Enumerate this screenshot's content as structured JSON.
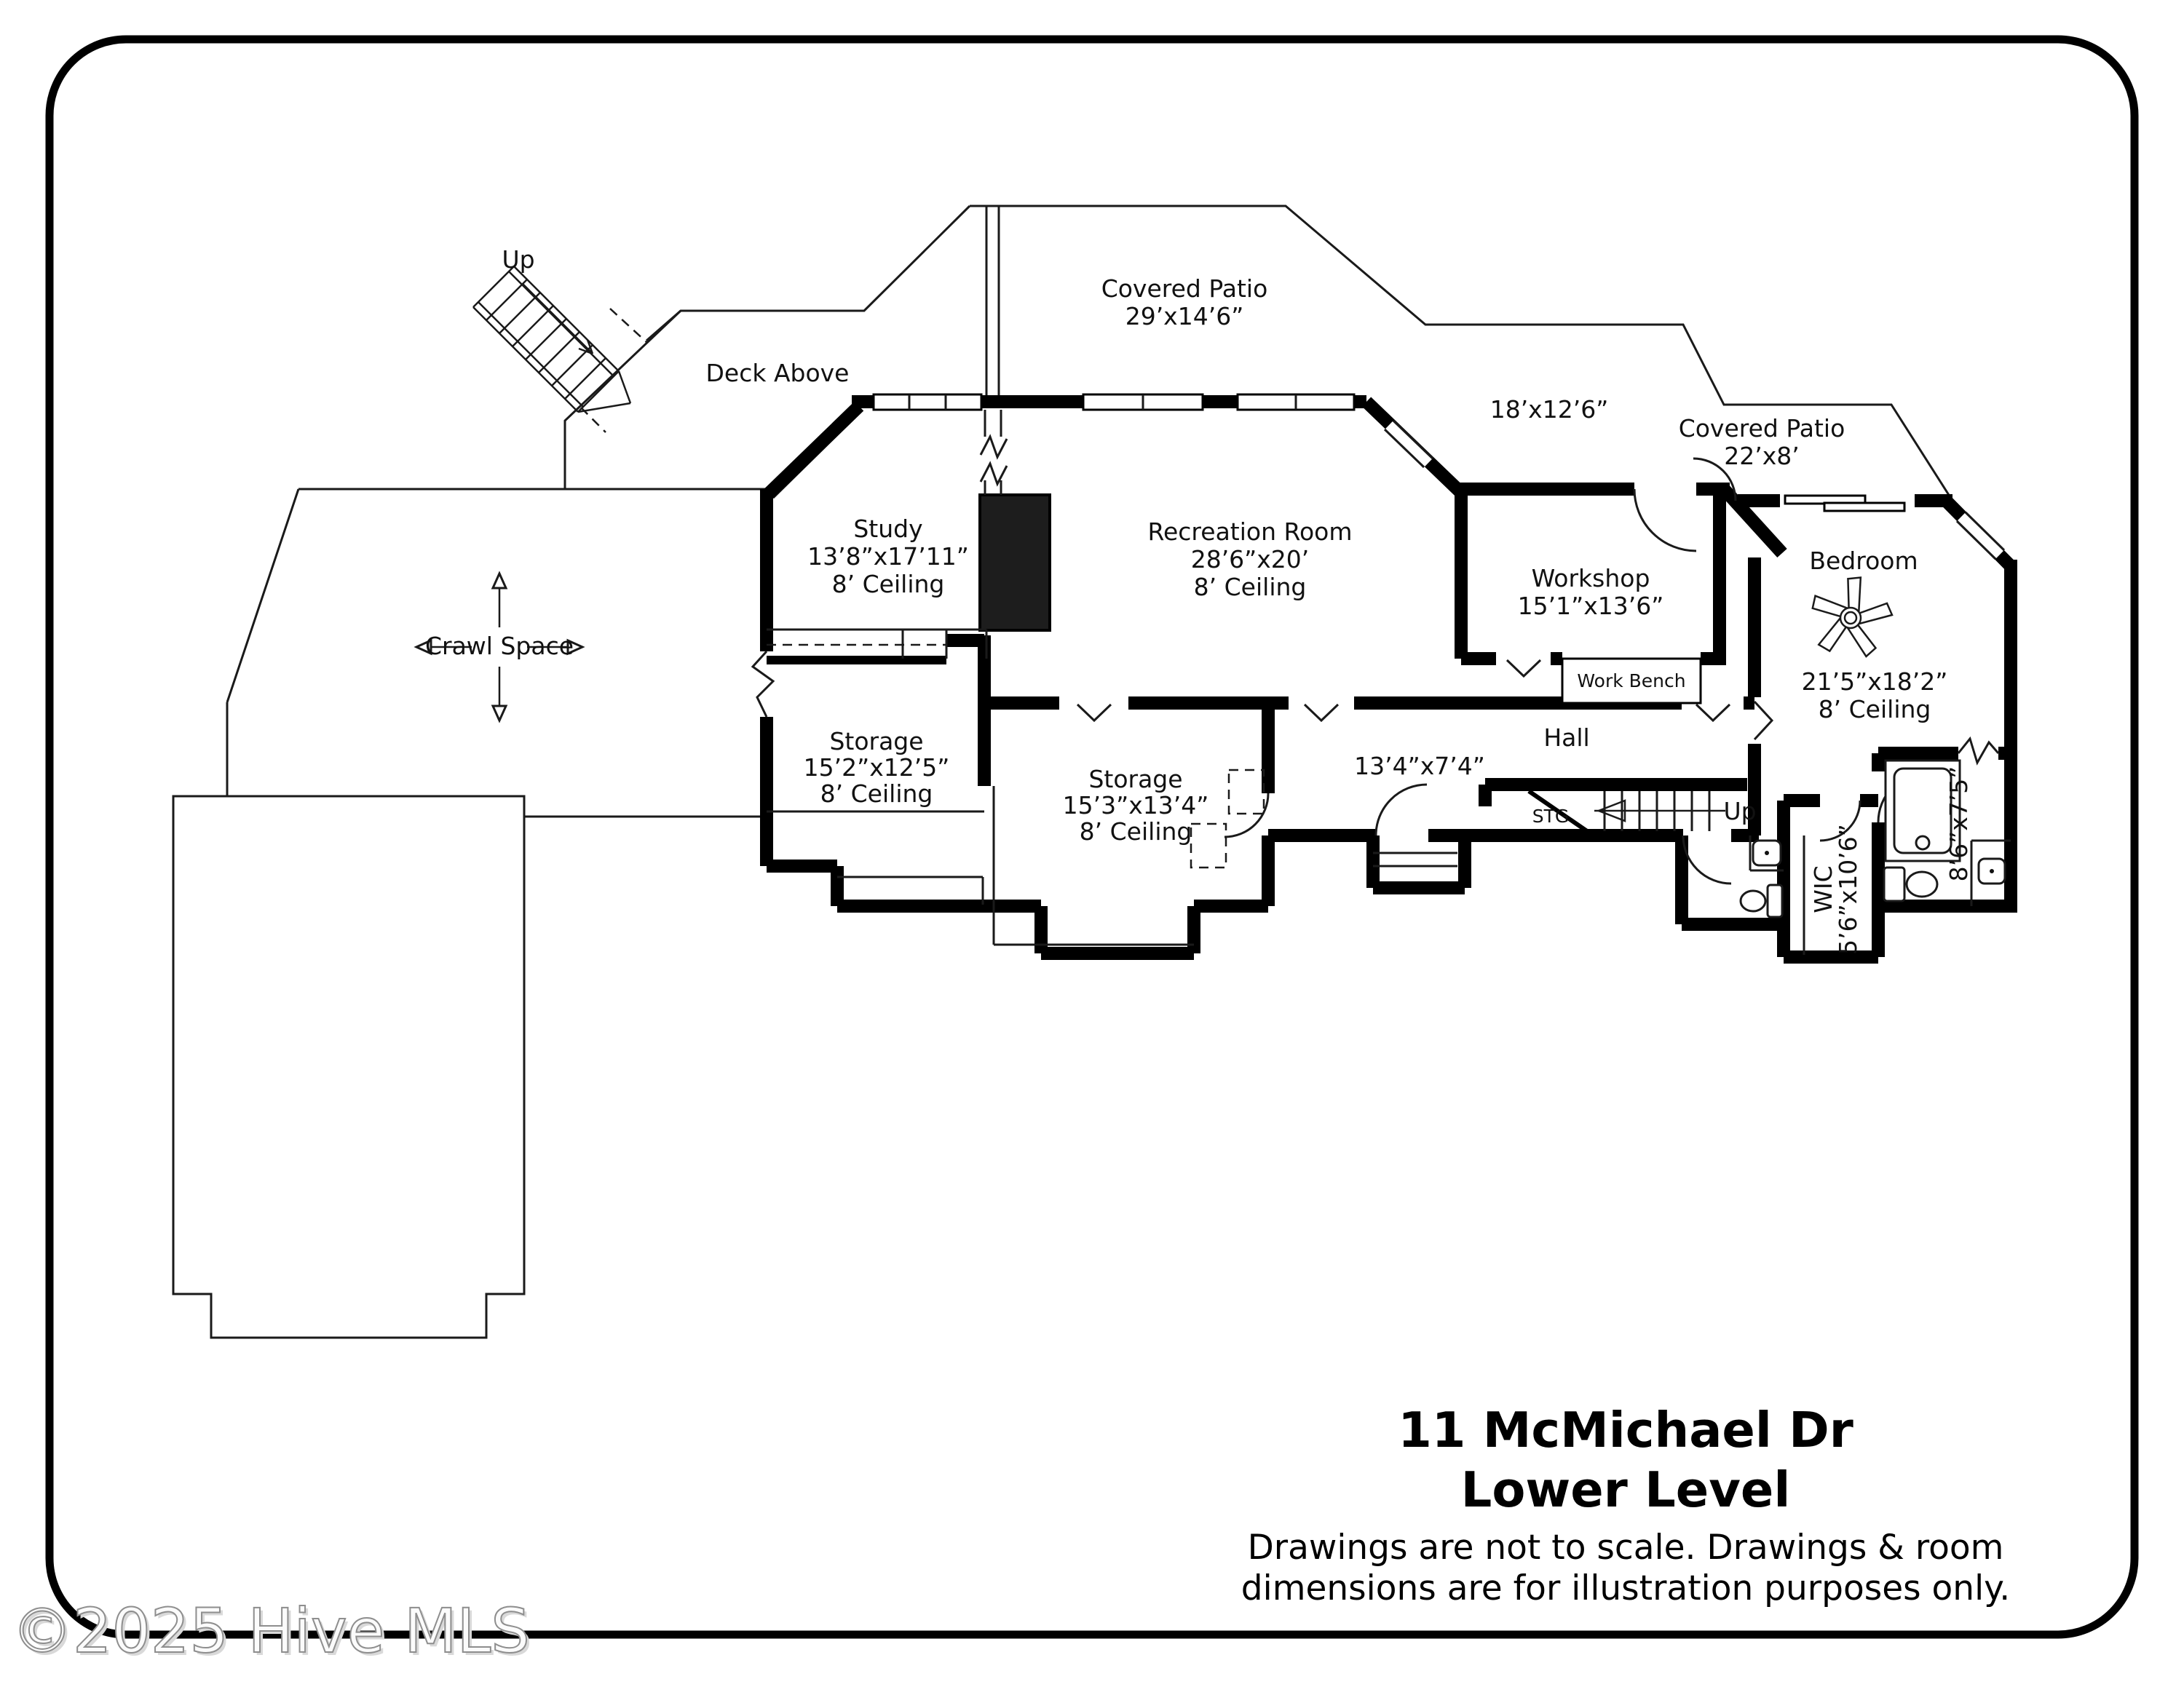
{
  "page": {
    "watermark": "©2025 Hive MLS"
  },
  "title_block": {
    "address": "11 McMichael Dr",
    "level": "Lower Level",
    "disclaimer_line1": "Drawings are not to scale. Drawings & room",
    "disclaimer_line2": "dimensions are for illustration purposes only."
  },
  "rooms": {
    "study": {
      "name": "Study",
      "dims": "13’8”x17’11”",
      "ceiling": "8’ Ceiling"
    },
    "recreation_room": {
      "name": "Recreation Room",
      "dims": "28’6”x20’",
      "ceiling": "8’ Ceiling"
    },
    "workshop": {
      "name": "Workshop",
      "dims": "15’1”x13’6”"
    },
    "bedroom": {
      "name": "Bedroom",
      "dims": "21’5”x18’2”",
      "ceiling": "8’ Ceiling"
    },
    "storage_west": {
      "name": "Storage",
      "dims": "15’2”x12’5”",
      "ceiling": "8’ Ceiling"
    },
    "storage_center": {
      "name": "Storage",
      "dims": "15’3”x13’4”",
      "ceiling": "8’ Ceiling"
    },
    "hall": {
      "name": "Hall",
      "dims": "13’4”x7’4”"
    },
    "wic": {
      "name": "WIC",
      "dims": "5’6”x10’6”"
    },
    "bath": {
      "dims": "8’6”x7’5”"
    },
    "crawl_space": {
      "name": "Crawl Space"
    },
    "work_bench": {
      "name": "Work Bench"
    },
    "under_stair_storage": {
      "name": "STG"
    }
  },
  "stairs": {
    "exterior_up": "Up",
    "interior_up": "Up"
  },
  "outdoor": {
    "deck_above": {
      "name": "Deck Above"
    },
    "covered_patio_upper": {
      "name": "Covered Patio",
      "dims": "29’x14’6”"
    },
    "terrace": {
      "dims": "18’x12’6”"
    },
    "covered_patio_right": {
      "name": "Covered Patio",
      "dims": "22’x8’"
    }
  }
}
